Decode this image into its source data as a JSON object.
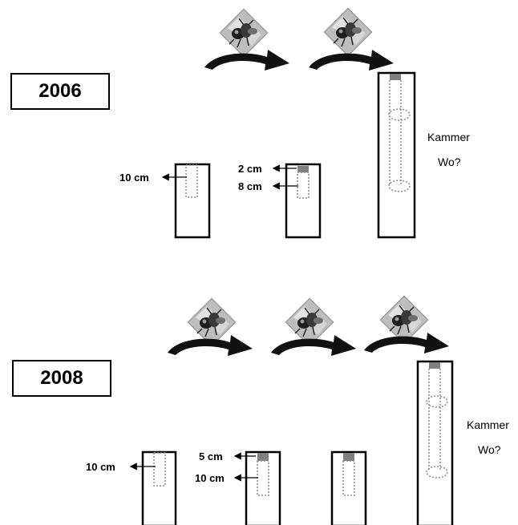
{
  "panels": [
    {
      "year": "2006",
      "labels": {
        "first_depth": "10 cm",
        "cap_depth": "2 cm",
        "second_depth": "8 cm",
        "chamber": "Kammer",
        "question": "Wo?"
      }
    },
    {
      "year": "2008",
      "labels": {
        "first_depth": "10 cm",
        "cap_depth": "5 cm",
        "second_depth": "10 cm",
        "chamber": "Kammer",
        "question": "Wo?"
      }
    }
  ],
  "icons": {
    "insect_photo": "insect-photo-icon",
    "transfer_arrow": "curved-arrow-icon"
  },
  "colors": {
    "ink": "#000000",
    "cap": "#808080",
    "dotted": "#8a8a8a"
  }
}
